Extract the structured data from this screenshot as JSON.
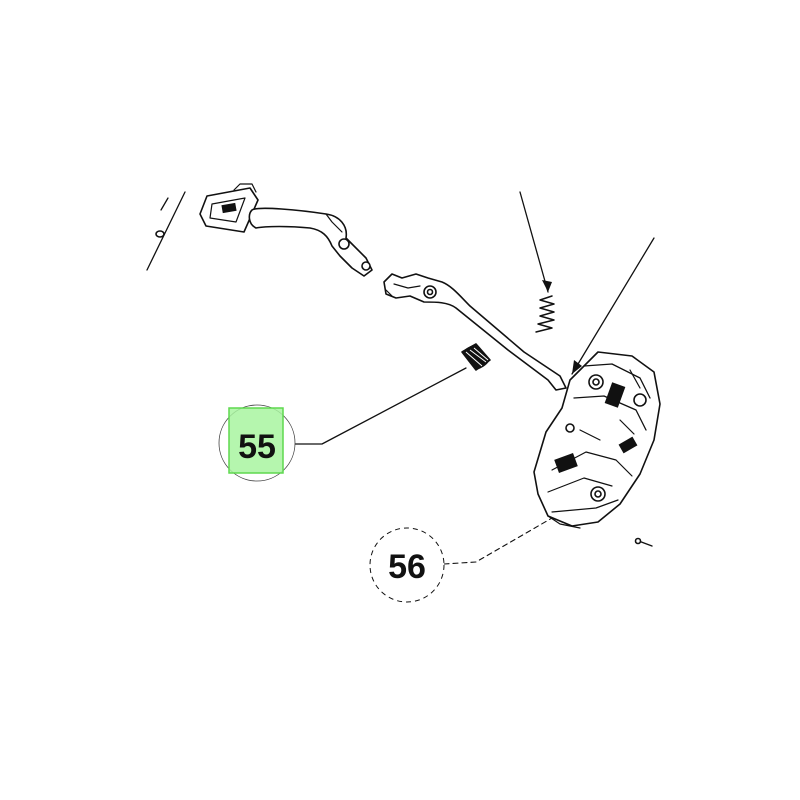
{
  "callouts": [
    {
      "label": "55",
      "state": "highlighted"
    },
    {
      "label": "56",
      "state": "normal"
    }
  ],
  "colors": {
    "highlight_fill": "#a8f5a0",
    "highlight_border": "#5ed94f",
    "line": "#111111",
    "background": "#ffffff"
  }
}
